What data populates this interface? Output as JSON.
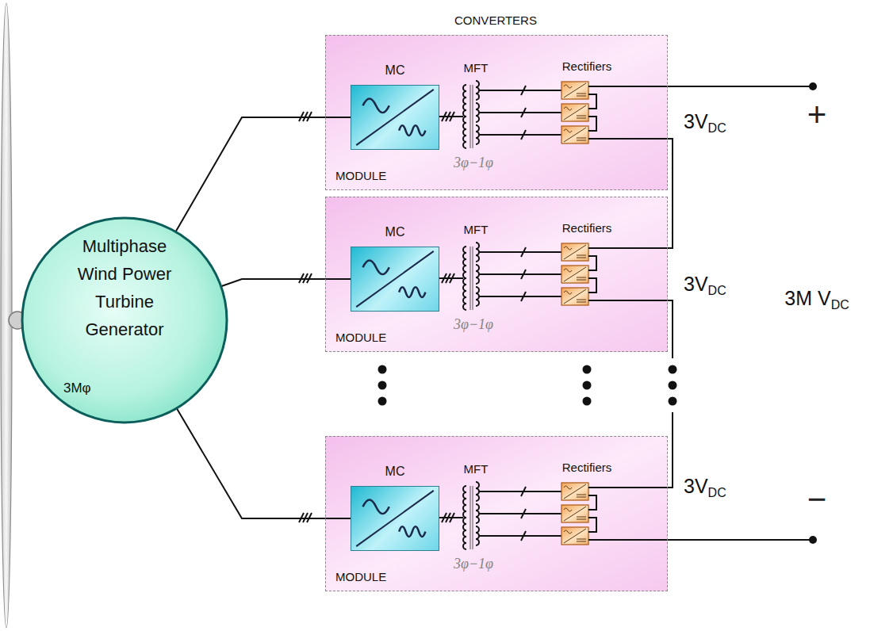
{
  "diagram": {
    "nodes": [
      {
        "text": [
          "Multiphase Wind Power Turbine Generator",
          "3Mφ"
        ]
      },
      {
        "text": [
          "MODULE"
        ]
      },
      {
        "text": [
          "MC"
        ],
        "in": 1
      },
      {
        "text": [
          "MODULE"
        ]
      },
      {
        "text": [
          "MC"
        ],
        "in": 3
      },
      {
        "text": [
          "MODULE"
        ]
      },
      {
        "text": [
          "MC"
        ],
        "in": 5
      }
    ],
    "edges": [
      {
        "from": 0,
        "to": 2,
        "arrow": "none"
      },
      {
        "from": 0,
        "to": 4,
        "arrow": "none"
      },
      {
        "from": 0,
        "to": 6,
        "arrow": "none"
      }
    ],
    "labels": [
      "CONVERTERS",
      "MFT",
      "Rectifiers",
      "3φ−1φ",
      "MFT",
      "Rectifiers",
      "3φ−1φ",
      "MFT",
      "Rectifiers",
      "3φ−1φ",
      "3VDC",
      "3VDC",
      "3VDC",
      "+",
      "−",
      "3M VDC"
    ]
  }
}
